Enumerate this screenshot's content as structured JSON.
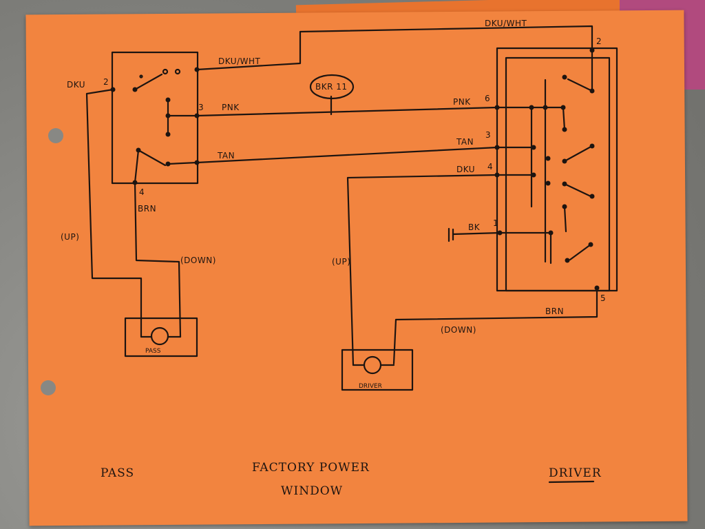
{
  "colors": {
    "paper": "#f2843f",
    "ink": "#1d1410",
    "background": "#8a8a86"
  },
  "wire_labels": {
    "dku_wht_top": "DKU/WHT",
    "dku_wht_pass": "DKU/WHT",
    "dku_pass": "DKU",
    "pnk_pass": "PNK",
    "tan_pass": "TAN",
    "brn_pass": "BRN",
    "pnk_driver": "PNK",
    "tan_driver": "TAN",
    "dku_driver": "DKU",
    "bk_driver": "BK",
    "brn_driver": "BRN"
  },
  "terminal_numbers": {
    "pass_2": "2",
    "pass_3": "3",
    "pass_4": "4",
    "driver_2": "2",
    "driver_6": "6",
    "driver_3": "3",
    "driver_4": "4",
    "driver_1": "1",
    "driver_5": "5"
  },
  "breaker": {
    "label": "BKR 11"
  },
  "motors": {
    "pass": "PASS",
    "driver": "DRIVER"
  },
  "direction_labels": {
    "pass_up": "(UP)",
    "pass_down": "(DOWN)",
    "driver_up": "(UP)",
    "driver_down": "(DOWN)"
  },
  "footer": {
    "left": "PASS",
    "title_line1": "FACTORY POWER",
    "title_line2": "WINDOW",
    "right": "DRIVER"
  }
}
